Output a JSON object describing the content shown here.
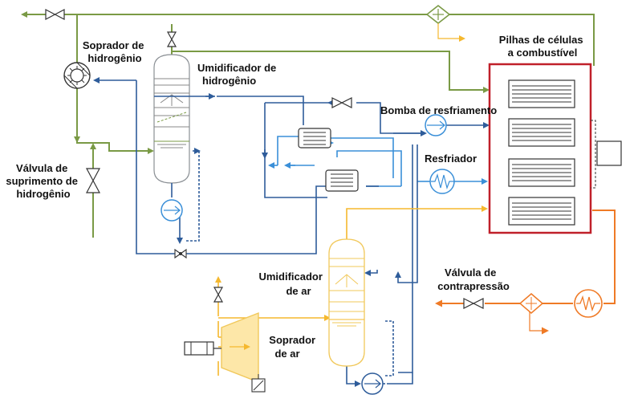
{
  "labels": {
    "hydrogen_blower": [
      "Soprador de",
      "hidrogênio"
    ],
    "hydrogen_humidifier": [
      "Umidificador de",
      "hidrogênio"
    ],
    "hydrogen_supply_valve": [
      "Válvula de",
      "suprimento de",
      "hidrogênio"
    ],
    "fuel_cell_stacks": [
      "Pilhas de células",
      "a combustível"
    ],
    "cooling_pump": [
      "Bomba de resfriamento"
    ],
    "cooler": [
      "Resfriador"
    ],
    "air_humidifier": [
      "Umidificador",
      "de ar"
    ],
    "air_blower": [
      "Soprador",
      "de ar"
    ],
    "back_pressure_valve": [
      "Válvula de",
      "contrapressão"
    ]
  },
  "colors": {
    "hydrogen_line": "#7a9a45",
    "cooling_dark": "#2e5c9a",
    "cooling_light": "#3a8fd8",
    "air_line": "#f5b82e",
    "exhaust_line": "#ef7a26",
    "stack_border": "#c0202a",
    "vessel_outline": "#f1c85a"
  },
  "icons": {
    "hydrogen_blower": "blower-fan-icon",
    "pump": "pump-icon",
    "cooler": "heat-exchanger-icon",
    "valve": "gate-valve-icon",
    "separator": "water-separator-icon",
    "filter": "filter-icon"
  }
}
